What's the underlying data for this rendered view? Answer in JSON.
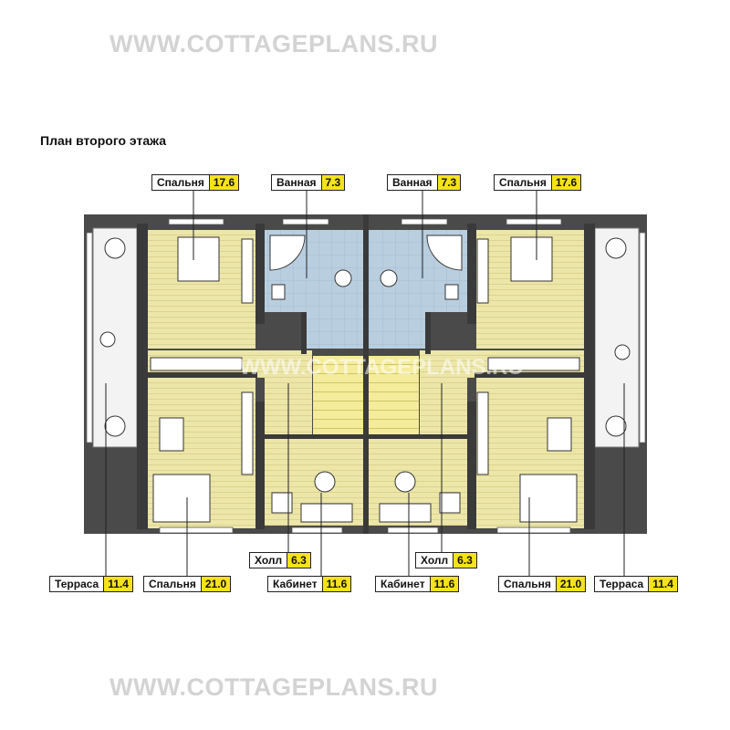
{
  "watermark_top": "WWW.COTTAGEPLANS.RU",
  "watermark_bottom": "WWW.COTTAGEPLANS.RU",
  "watermark_overlay": "WWW.COTTAGEPLANS.RU",
  "title": "План второго этажа",
  "labels": {
    "bedroom_tl": {
      "name": "Спальня",
      "area": "17.6"
    },
    "bath_l": {
      "name": "Ванная",
      "area": "7.3"
    },
    "bath_r": {
      "name": "Ванная",
      "area": "7.3"
    },
    "bedroom_tr": {
      "name": "Спальня",
      "area": "17.6"
    },
    "hall_l": {
      "name": "Холл",
      "area": "6.3"
    },
    "hall_r": {
      "name": "Холл",
      "area": "6.3"
    },
    "terrace_l": {
      "name": "Терраса",
      "area": "11.4"
    },
    "bedroom_bl": {
      "name": "Спальня",
      "area": "21.0"
    },
    "study_l": {
      "name": "Кабинет",
      "area": "11.6"
    },
    "study_r": {
      "name": "Кабинет",
      "area": "11.6"
    },
    "bedroom_br": {
      "name": "Спальня",
      "area": "21.0"
    },
    "terrace_r": {
      "name": "Терраса",
      "area": "11.4"
    }
  },
  "colors": {
    "wall": "#3a3a3a",
    "floor_wood": "#ece6a8",
    "floor_tile": "#b9cfe0",
    "stair": "#f4ec9a",
    "label_area_bg": "#f5e31a",
    "terrace": "#f2f2f2"
  }
}
